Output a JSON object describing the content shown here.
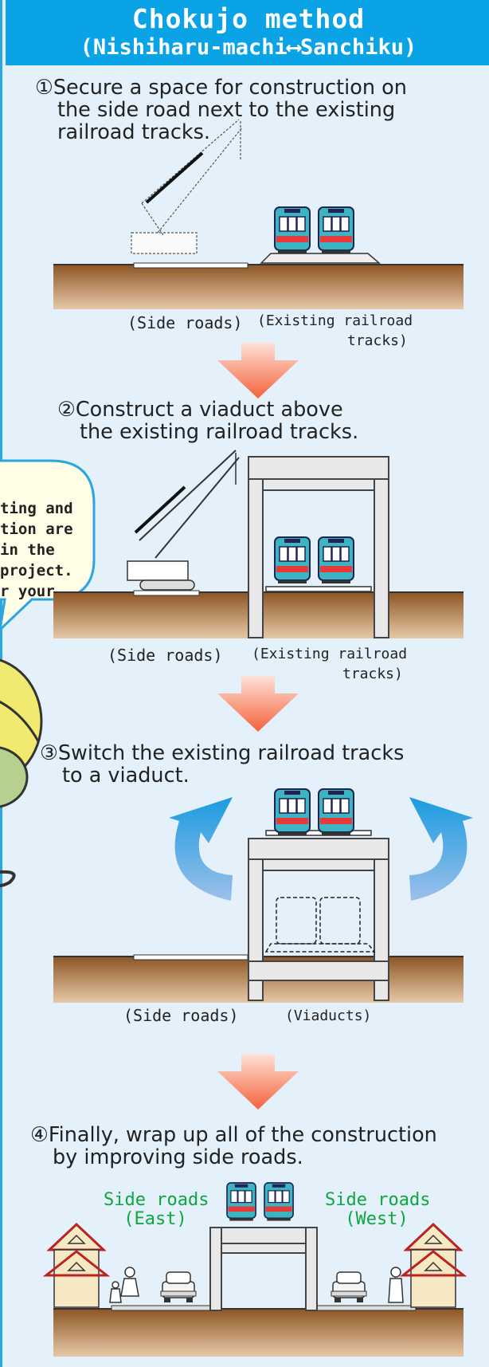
{
  "header": {
    "title": "Chokujo method",
    "subtitle": "(Nishiharu-machi⟷Sanchiku)"
  },
  "steps": [
    {
      "line1": "①Secure a space for construction on",
      "line2": "the side road next to the existing",
      "line3": "railroad tracks."
    },
    {
      "line1": "②Construct a viaduct above",
      "line2": "the existing railroad tracks."
    },
    {
      "line1": "③Switch the existing railroad tracks",
      "line2": "to a viaduct."
    },
    {
      "line1": "④Finally, wrap up all of the construction",
      "line2": "by improving side roads."
    }
  ],
  "labels": {
    "side_roads": "(Side roads)",
    "existing_tracks_1": "(Existing railroad",
    "existing_tracks_2": "tracks)",
    "viaducts": "(Viaducts)",
    "side_roads_east_1": "Side roads",
    "side_roads_east_2": "(East)",
    "side_roads_west_1": "Side roads",
    "side_roads_west_2": "(West)"
  },
  "bubble": {
    "lines": [
      "ting and",
      "tion are",
      "in   the",
      "project.",
      "r   your"
    ]
  },
  "colors": {
    "header_bg": "#0aa4e6",
    "panel_bg": "#e4f1fa",
    "arrow": "#f5714a",
    "ground": "#a86a35",
    "train_body": "#3bb5c2",
    "train_stripe": "#e83a3a",
    "label_green": "#0fa540"
  }
}
